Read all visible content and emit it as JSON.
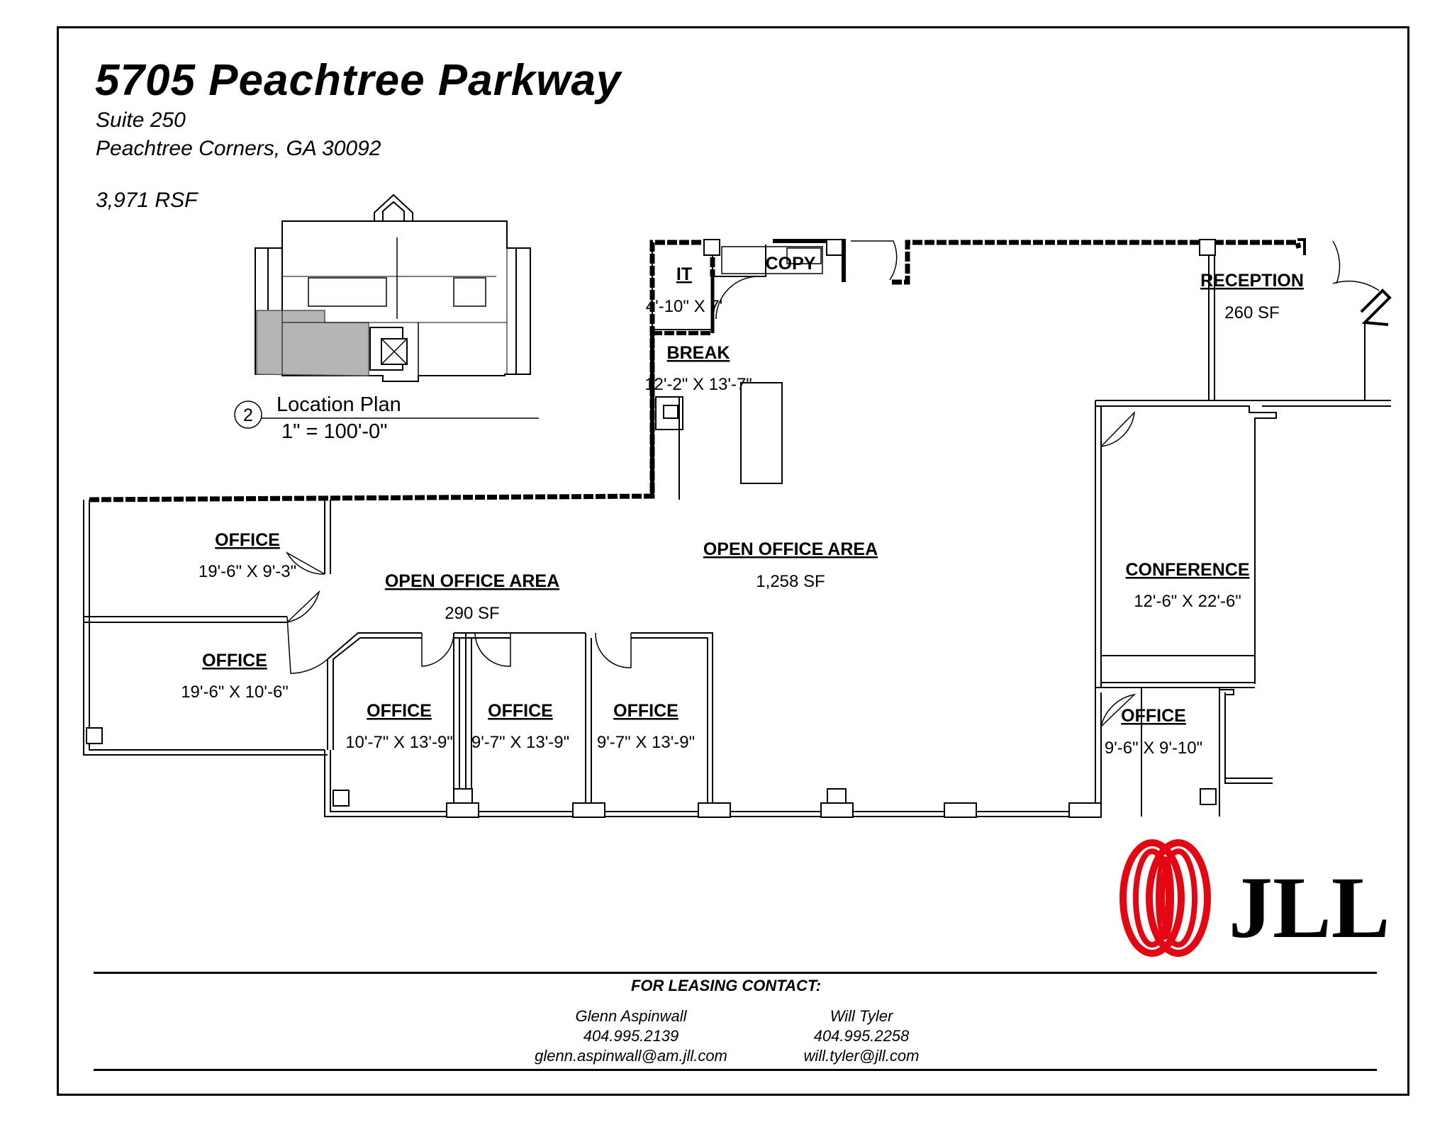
{
  "header": {
    "title": "5705 Peachtree Parkway",
    "suite": "Suite 250",
    "city": "Peachtree Corners, GA 30092",
    "area": "3,971 RSF"
  },
  "location_plan": {
    "number": "2",
    "title": "Location Plan",
    "scale": "1\" = 100'-0\""
  },
  "rooms": [
    {
      "name": "IT",
      "size": "4'-10\" X 7'"
    },
    {
      "name": "COPY",
      "size": ""
    },
    {
      "name": "BREAK",
      "size": "12'-2\" X 13'-7\""
    },
    {
      "name": "RECEPTION",
      "size": "260 SF"
    },
    {
      "name": "OPEN OFFICE AREA",
      "size": "1,258 SF"
    },
    {
      "name": "OPEN OFFICE AREA",
      "size": "290 SF"
    },
    {
      "name": "CONFERENCE",
      "size": "12'-6\" X 22'-6\""
    },
    {
      "name": "OFFICE",
      "size": "19'-6\" X 9'-3\""
    },
    {
      "name": "OFFICE",
      "size": "19'-6\" X 10'-6\""
    },
    {
      "name": "OFFICE",
      "size": "10'-7\" X 13'-9\""
    },
    {
      "name": "OFFICE",
      "size": "9'-7\" X 13'-9\""
    },
    {
      "name": "OFFICE",
      "size": "9'-7\" X 13'-9\""
    },
    {
      "name": "OFFICE",
      "size": "9'-6\" X 9'-10\""
    }
  ],
  "logo": {
    "text": "JLL",
    "color": "#e30613"
  },
  "footer": {
    "heading": "FOR LEASING CONTACT:",
    "contacts": [
      {
        "name": "Glenn Aspinwall",
        "phone": "404.995.2139",
        "email": "glenn.aspinwall@am.jll.com"
      },
      {
        "name": "Will Tyler",
        "phone": "404.995.2258",
        "email": "will.tyler@jll.com"
      }
    ]
  }
}
